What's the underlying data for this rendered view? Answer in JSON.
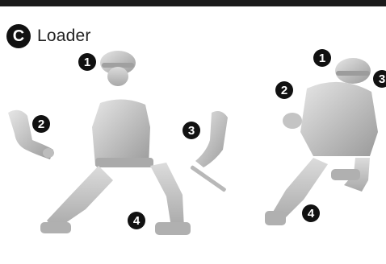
{
  "section": {
    "badge": "C",
    "title": "Loader"
  },
  "callouts": {
    "head_left": "1",
    "arm_left": "2",
    "arm_right": "3",
    "body_left": "4",
    "head_right": "1",
    "arm_assembled": "2",
    "arm_assembled_right": "3",
    "body_assembled": "4"
  },
  "colors": {
    "figure_light": "#d9d9d9",
    "figure_mid": "#bdbdbd",
    "figure_dark": "#8c8c8c",
    "callout_bg": "#111111",
    "top_bar": "#1a1a1a"
  }
}
